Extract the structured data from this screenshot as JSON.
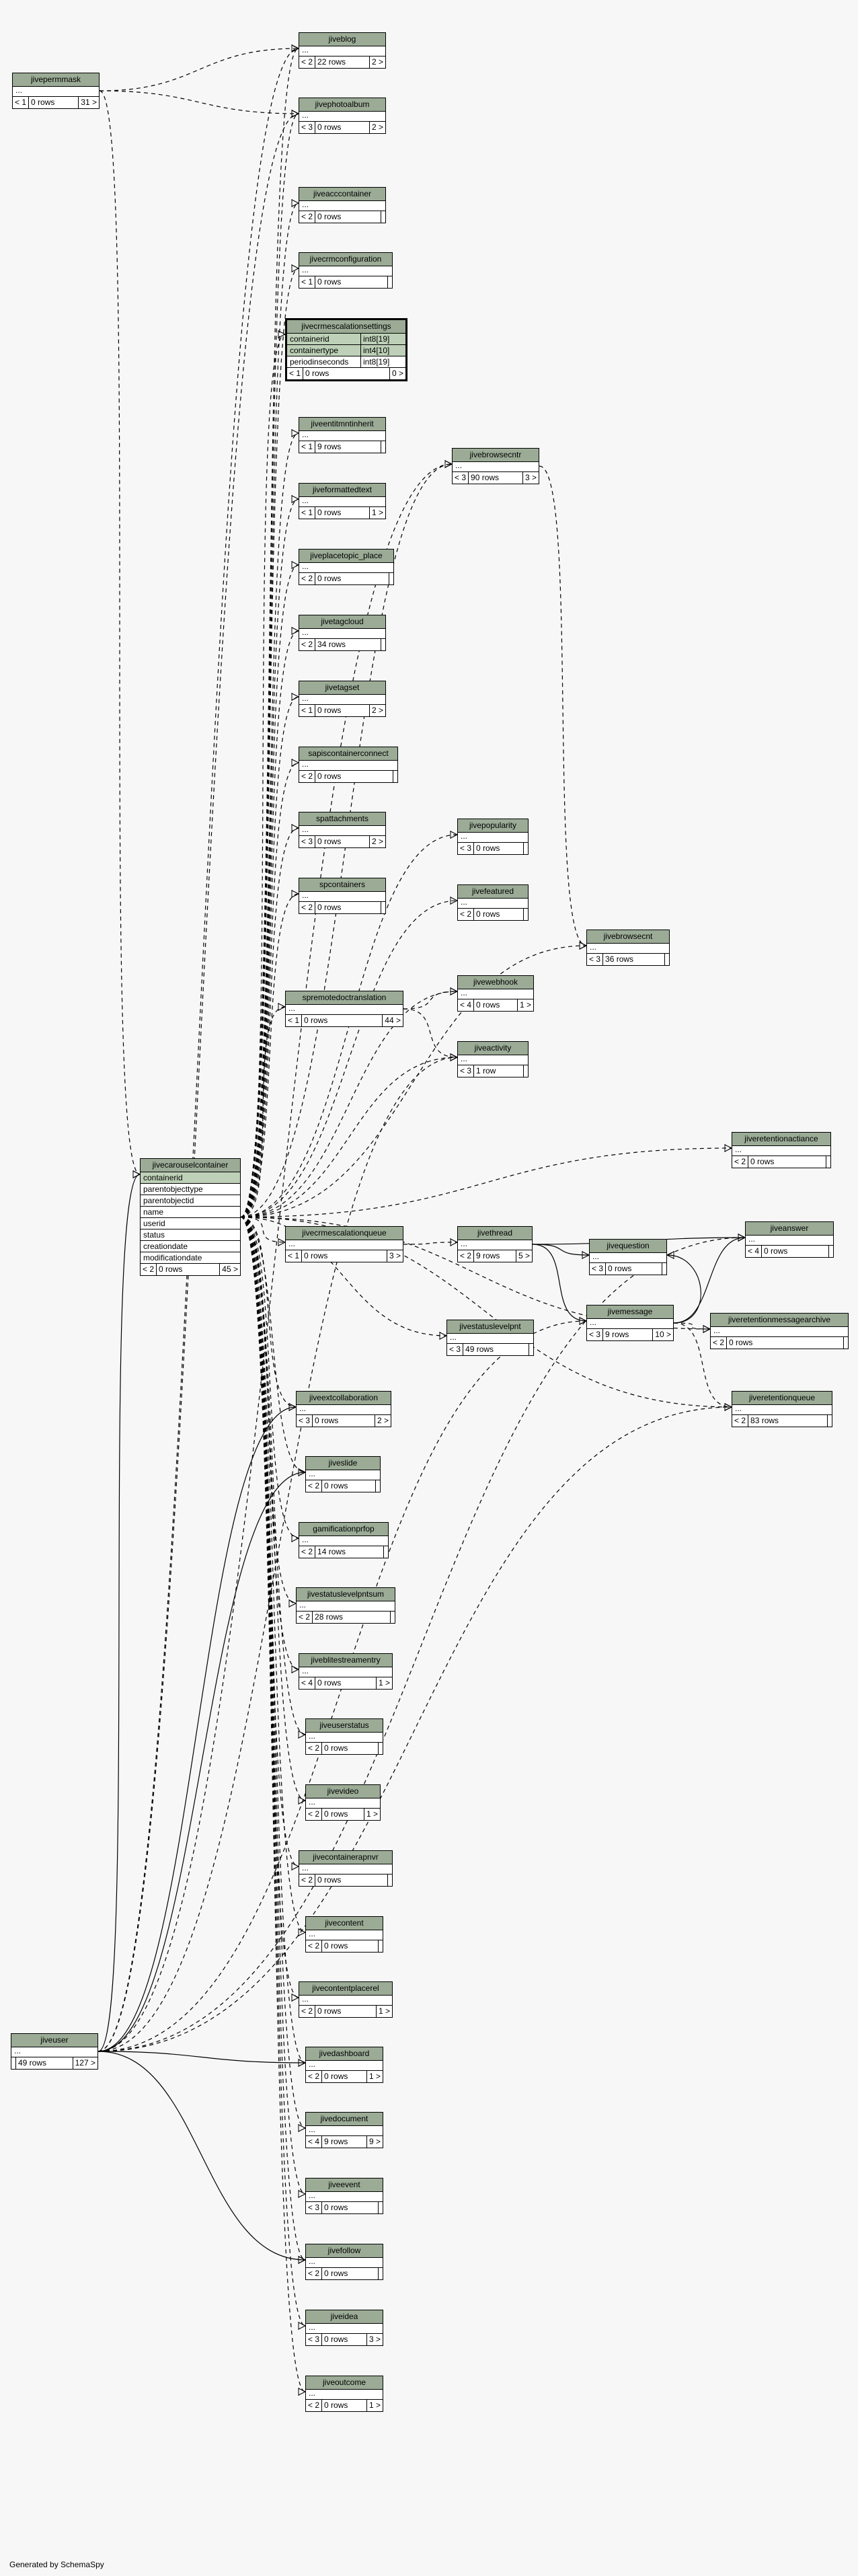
{
  "diagram": {
    "generator_note": "Generated by SchemaSpy",
    "tables": {
      "jivepermmask": {
        "name": "jivepermmask",
        "footer": [
          "< 1",
          "0 rows",
          "31 >"
        ]
      },
      "jiveblog": {
        "name": "jiveblog",
        "footer": [
          "< 2",
          "22 rows",
          "2 >"
        ]
      },
      "jivephotoalbum": {
        "name": "jivephotoalbum",
        "footer": [
          "< 3",
          "0 rows",
          "2 >"
        ]
      },
      "jiveacccontainer": {
        "name": "jiveacccontainer",
        "footer": [
          "< 2",
          "0 rows",
          ""
        ]
      },
      "jivecrmconfiguration": {
        "name": "jivecrmconfiguration",
        "footer": [
          "< 1",
          "0 rows",
          ""
        ]
      },
      "jivecrmescalationsettings": {
        "name": "jivecrmescalationsettings",
        "fields": [
          {
            "name": "containerid",
            "type": "int8[19]",
            "pk": true
          },
          {
            "name": "containertype",
            "type": "int4[10]",
            "pk": true
          },
          {
            "name": "periodinseconds",
            "type": "int8[19]",
            "pk": false
          }
        ],
        "footer": [
          "< 1",
          "0 rows",
          "0 >"
        ]
      },
      "jiveentitmntinherit": {
        "name": "jiveentitmntinherit",
        "footer": [
          "< 1",
          "9 rows",
          ""
        ]
      },
      "jiveformattedtext": {
        "name": "jiveformattedtext",
        "footer": [
          "< 1",
          "0 rows",
          "1 >"
        ]
      },
      "jiveplacetopic_place": {
        "name": "jiveplacetopic_place",
        "footer": [
          "< 2",
          "0 rows",
          ""
        ]
      },
      "jivetagcloud": {
        "name": "jivetagcloud",
        "footer": [
          "< 2",
          "34 rows",
          ""
        ]
      },
      "jivetagset": {
        "name": "jivetagset",
        "footer": [
          "< 1",
          "0 rows",
          "2 >"
        ]
      },
      "sapiscontainerconnect": {
        "name": "sapiscontainerconnect",
        "footer": [
          "< 2",
          "0 rows",
          ""
        ]
      },
      "spattachments": {
        "name": "spattachments",
        "footer": [
          "< 3",
          "0 rows",
          "2 >"
        ]
      },
      "spcontainers": {
        "name": "spcontainers",
        "footer": [
          "< 2",
          "0 rows",
          ""
        ]
      },
      "spremotedoctranslation": {
        "name": "spremotedoctranslation",
        "footer": [
          "< 1",
          "0 rows",
          "44 >"
        ]
      },
      "jivebrowsecntr": {
        "name": "jivebrowsecntr",
        "footer": [
          "< 3",
          "90 rows",
          "3 >"
        ]
      },
      "jivepopularity": {
        "name": "jivepopularity",
        "footer": [
          "< 3",
          "0 rows",
          ""
        ]
      },
      "jivefeatured": {
        "name": "jivefeatured",
        "footer": [
          "< 2",
          "0 rows",
          ""
        ]
      },
      "jivewebhook": {
        "name": "jivewebhook",
        "footer": [
          "< 4",
          "0 rows",
          "1 >"
        ]
      },
      "jiveactivity": {
        "name": "jiveactivity",
        "footer": [
          "< 3",
          "1 row",
          ""
        ]
      },
      "jivebrowsecnt": {
        "name": "jivebrowsecnt",
        "footer": [
          "< 3",
          "36 rows",
          ""
        ]
      },
      "jivecarouselcontainer": {
        "name": "jivecarouselcontainer",
        "rows": [
          "containerid",
          "parentobjecttype",
          "parentobjectid",
          "name",
          "userid",
          "status",
          "creationdate",
          "modificationdate"
        ],
        "footer": [
          "< 2",
          "0 rows",
          "45 >"
        ]
      },
      "jiveretentionactiance": {
        "name": "jiveretentionactiance",
        "footer": [
          "< 2",
          "0 rows",
          ""
        ]
      },
      "jivecrmescalationqueue": {
        "name": "jivecrmescalationqueue",
        "footer": [
          "< 1",
          "0 rows",
          "3 >"
        ]
      },
      "jivethread": {
        "name": "jivethread",
        "footer": [
          "< 2",
          "9 rows",
          "5 >"
        ]
      },
      "jivequestion": {
        "name": "jivequestion",
        "footer": [
          "< 3",
          "0 rows",
          ""
        ]
      },
      "jiveanswer": {
        "name": "jiveanswer",
        "footer": [
          "< 4",
          "0 rows",
          ""
        ]
      },
      "jivestatuslevelpnt": {
        "name": "jivestatuslevelpnt",
        "footer": [
          "< 3",
          "49 rows",
          ""
        ]
      },
      "jivemessage": {
        "name": "jivemessage",
        "footer": [
          "< 3",
          "9 rows",
          "10 >"
        ]
      },
      "jiveretentionmessagearchive": {
        "name": "jiveretentionmessagearchive",
        "footer": [
          "< 2",
          "0 rows",
          ""
        ]
      },
      "jiveretentionqueue": {
        "name": "jiveretentionqueue",
        "footer": [
          "< 2",
          "83 rows",
          ""
        ]
      },
      "jiveextcollaboration": {
        "name": "jiveextcollaboration",
        "footer": [
          "< 3",
          "0 rows",
          "2 >"
        ]
      },
      "jiveslide": {
        "name": "jiveslide",
        "footer": [
          "< 2",
          "0 rows",
          ""
        ]
      },
      "gamificationprfop": {
        "name": "gamificationprfop",
        "footer": [
          "< 2",
          "14 rows",
          ""
        ]
      },
      "jivestatuslevelpntsum": {
        "name": "jivestatuslevelpntsum",
        "footer": [
          "< 2",
          "28 rows",
          ""
        ]
      },
      "jiveblitestreamentry": {
        "name": "jiveblitestreamentry",
        "footer": [
          "< 4",
          "0 rows",
          "1 >"
        ]
      },
      "jiveuserstatus": {
        "name": "jiveuserstatus",
        "footer": [
          "< 2",
          "0 rows",
          ""
        ]
      },
      "jivevideo": {
        "name": "jivevideo",
        "footer": [
          "< 2",
          "0 rows",
          "1 >"
        ]
      },
      "jivecontainerapnvr": {
        "name": "jivecontainerapnvr",
        "footer": [
          "< 2",
          "0 rows",
          ""
        ]
      },
      "jivecontent": {
        "name": "jivecontent",
        "footer": [
          "< 2",
          "0 rows",
          ""
        ]
      },
      "jivecontentplacerel": {
        "name": "jivecontentplacerel",
        "footer": [
          "< 2",
          "0 rows",
          "1 >"
        ]
      },
      "jiveuser": {
        "name": "jiveuser",
        "footer": [
          "",
          "49 rows",
          "127 >"
        ]
      },
      "jivedashboard": {
        "name": "jivedashboard",
        "footer": [
          "< 2",
          "0 rows",
          "1 >"
        ]
      },
      "jivedocument": {
        "name": "jivedocument",
        "footer": [
          "< 4",
          "9 rows",
          "9 >"
        ]
      },
      "jiveevent": {
        "name": "jiveevent",
        "footer": [
          "< 3",
          "0 rows",
          ""
        ]
      },
      "jivefollow": {
        "name": "jivefollow",
        "footer": [
          "< 2",
          "0 rows",
          ""
        ]
      },
      "jiveidea": {
        "name": "jiveidea",
        "footer": [
          "< 3",
          "0 rows",
          "3 >"
        ]
      },
      "jiveoutcome": {
        "name": "jiveoutcome",
        "footer": [
          "< 2",
          "0 rows",
          "1 >"
        ]
      }
    }
  }
}
